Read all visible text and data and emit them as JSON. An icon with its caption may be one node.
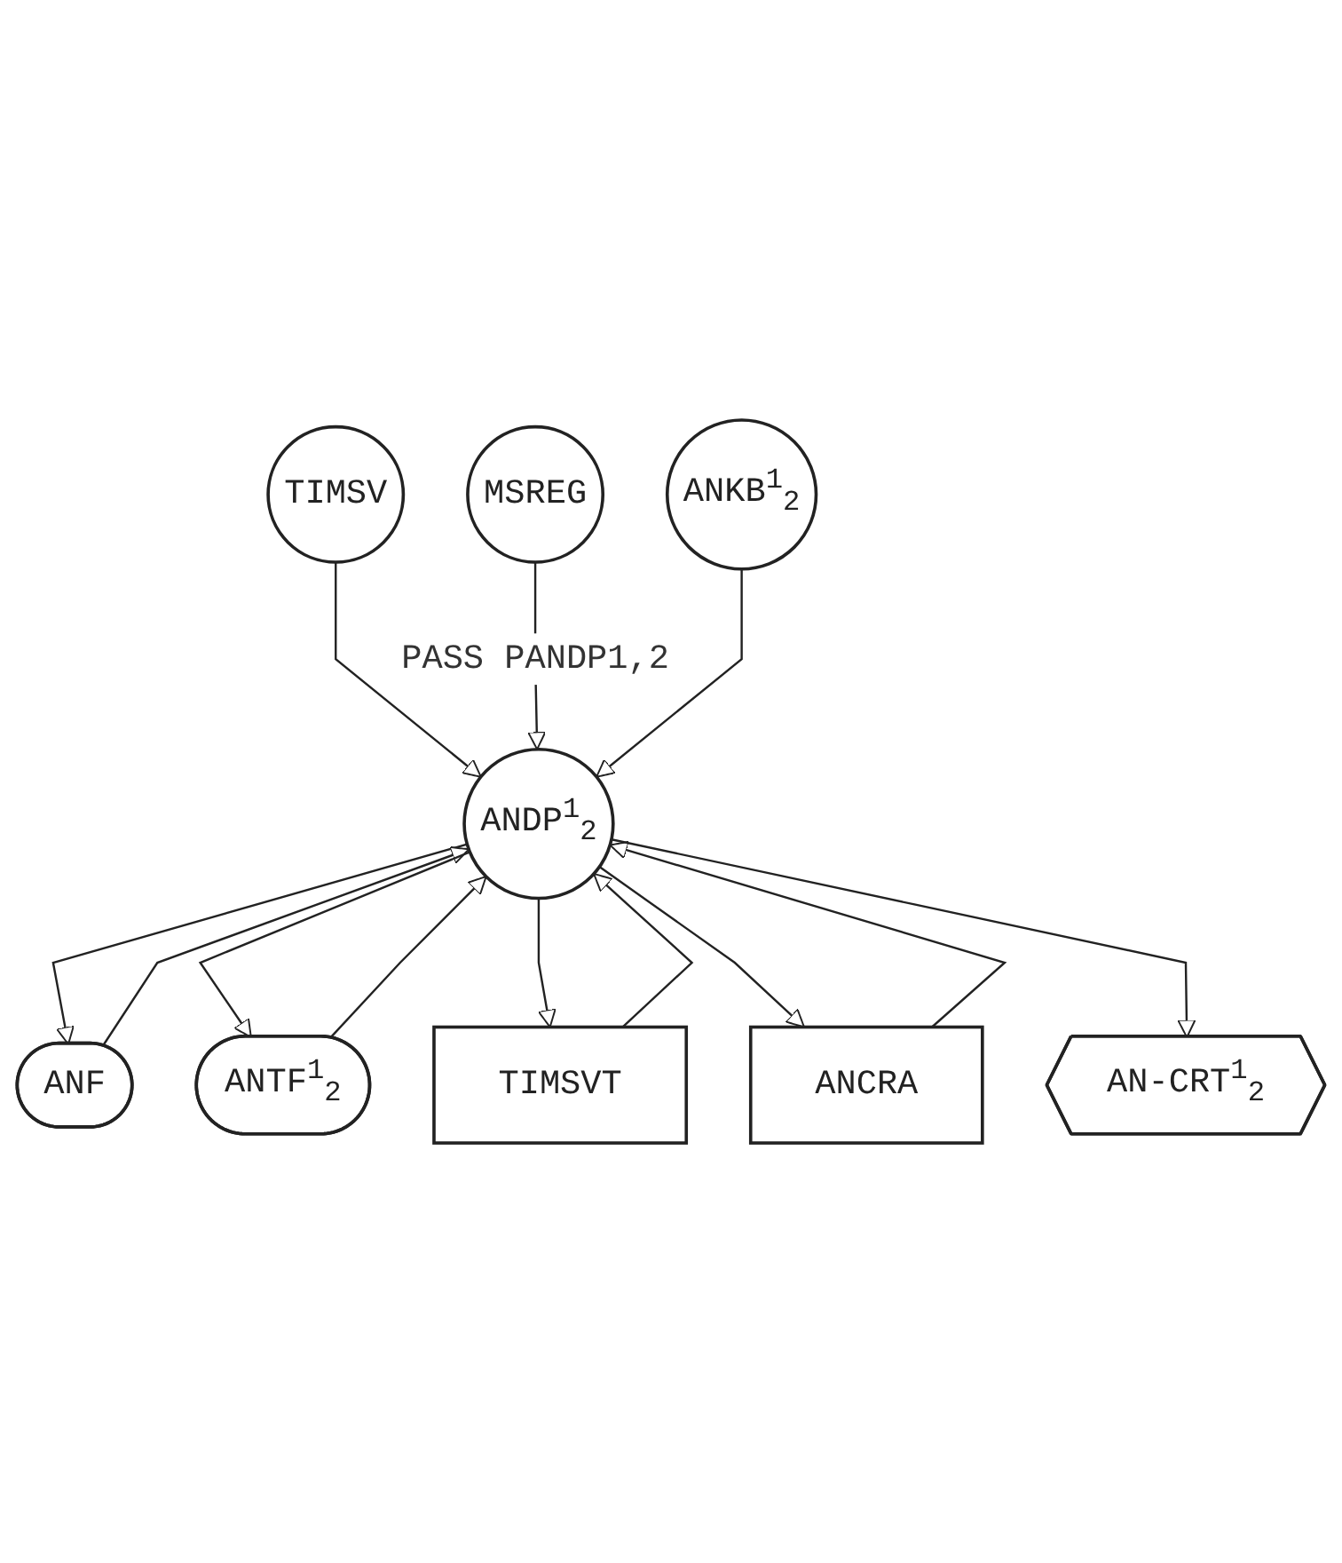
{
  "diagram": {
    "nodes": [
      {
        "text": [
          "TIMSV"
        ]
      },
      {
        "text": [
          "MSREG"
        ]
      },
      {
        "text": [
          "ANKB$^{1}$$_{2}$"
        ]
      },
      {
        "text": [
          "ANDP$^{1}$$_{2}$"
        ]
      },
      {
        "text": [
          "ANF"
        ]
      },
      {
        "text": [
          "ANTF$^{1}$$_{2}$"
        ]
      },
      {
        "text": [
          "TIMSVT"
        ]
      },
      {
        "text": [
          "ANCRA"
        ]
      },
      {
        "text": [
          "AN-CRT$^{1}$$_{2}$"
        ]
      }
    ],
    "edges": [
      {
        "from": 0,
        "to": 3,
        "arrow": "to"
      },
      {
        "from": 1,
        "to": 3,
        "arrow": "to",
        "label": "PASS PANDP1,2"
      },
      {
        "from": 2,
        "to": 3,
        "arrow": "to"
      },
      {
        "from": 3,
        "to": 4,
        "arrow": "to"
      },
      {
        "from": 4,
        "to": 3,
        "arrow": "to"
      },
      {
        "from": 3,
        "to": 5,
        "arrow": "to"
      },
      {
        "from": 5,
        "to": 3,
        "arrow": "to"
      },
      {
        "from": 3,
        "to": 6,
        "arrow": "to"
      },
      {
        "from": 6,
        "to": 3,
        "arrow": "to"
      },
      {
        "from": 3,
        "to": 7,
        "arrow": "to"
      },
      {
        "from": 7,
        "to": 3,
        "arrow": "to"
      },
      {
        "from": 3,
        "to": 8,
        "arrow": "to"
      }
    ]
  }
}
